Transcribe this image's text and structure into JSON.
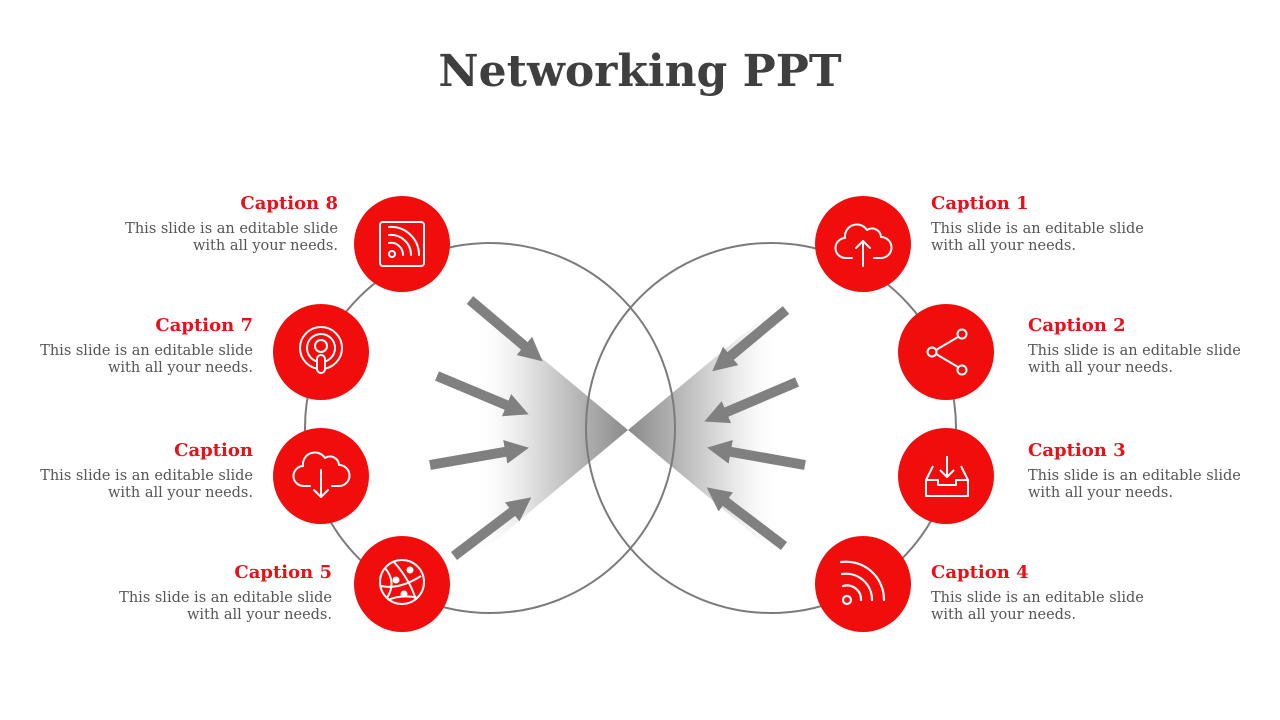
{
  "title": "Networking PPT",
  "accent_color": "#f20d0d",
  "arrow_color": "#808080",
  "captions": [
    {
      "id": 1,
      "title": "Caption 1",
      "line1": "This slide is an editable slide",
      "line2": "with all your needs.",
      "icon": "cloud-upload-icon"
    },
    {
      "id": 2,
      "title": "Caption 2",
      "line1": "This slide is an editable slide",
      "line2": "with all your needs.",
      "icon": "share-icon"
    },
    {
      "id": 3,
      "title": "Caption 3",
      "line1": "This slide is an editable slide",
      "line2": "with all your needs.",
      "icon": "inbox-download-icon"
    },
    {
      "id": 4,
      "title": "Caption 4",
      "line1": "This slide is an editable slide",
      "line2": "with all your needs.",
      "icon": "wifi-signal-icon"
    },
    {
      "id": 5,
      "title": "Caption 5",
      "line1": "This slide is an editable slide",
      "line2": "with all your needs.",
      "icon": "globe-network-icon"
    },
    {
      "id": 6,
      "title": "Caption",
      "line1": "This slide is an editable slide",
      "line2": "with all your needs.",
      "icon": "cloud-download-icon"
    },
    {
      "id": 7,
      "title": "Caption 7",
      "line1": "This slide is an editable slide",
      "line2": "with all your needs.",
      "icon": "podcast-icon"
    },
    {
      "id": 8,
      "title": "Caption 8",
      "line1": "This slide is an editable slide",
      "line2": "with all your needs.",
      "icon": "rss-feed-icon"
    }
  ]
}
